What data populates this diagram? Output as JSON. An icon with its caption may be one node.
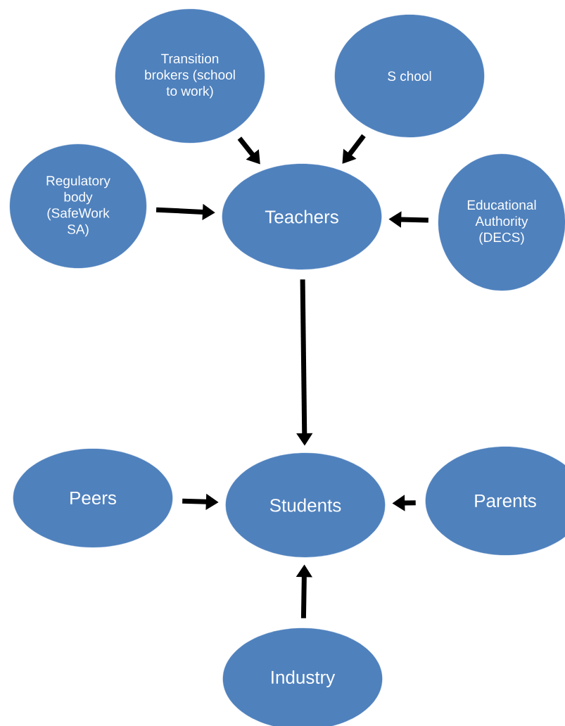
{
  "diagram": {
    "nodes": [
      {
        "text": [
          "Transition brokers (school to work)"
        ]
      },
      {
        "text": [
          "S chool"
        ]
      },
      {
        "text": [
          "Regulatory body (SafeWork SA)"
        ]
      },
      {
        "text": [
          "Teachers"
        ]
      },
      {
        "text": [
          "Educational Authority (DECS)"
        ]
      },
      {
        "text": [
          "Peers"
        ]
      },
      {
        "text": [
          "Students"
        ]
      },
      {
        "text": [
          "Parents"
        ]
      },
      {
        "text": [
          "Industry"
        ]
      }
    ],
    "edges": [
      {
        "from": 0,
        "to": 3,
        "arrow": "to"
      },
      {
        "from": 1,
        "to": 3,
        "arrow": "to"
      },
      {
        "from": 2,
        "to": 3,
        "arrow": "to"
      },
      {
        "from": 4,
        "to": 3,
        "arrow": "to"
      },
      {
        "from": 3,
        "to": 6,
        "arrow": "to"
      },
      {
        "from": 5,
        "to": 6,
        "arrow": "to"
      },
      {
        "from": 7,
        "to": 6,
        "arrow": "to"
      },
      {
        "from": 8,
        "to": 6,
        "arrow": "to"
      }
    ]
  }
}
